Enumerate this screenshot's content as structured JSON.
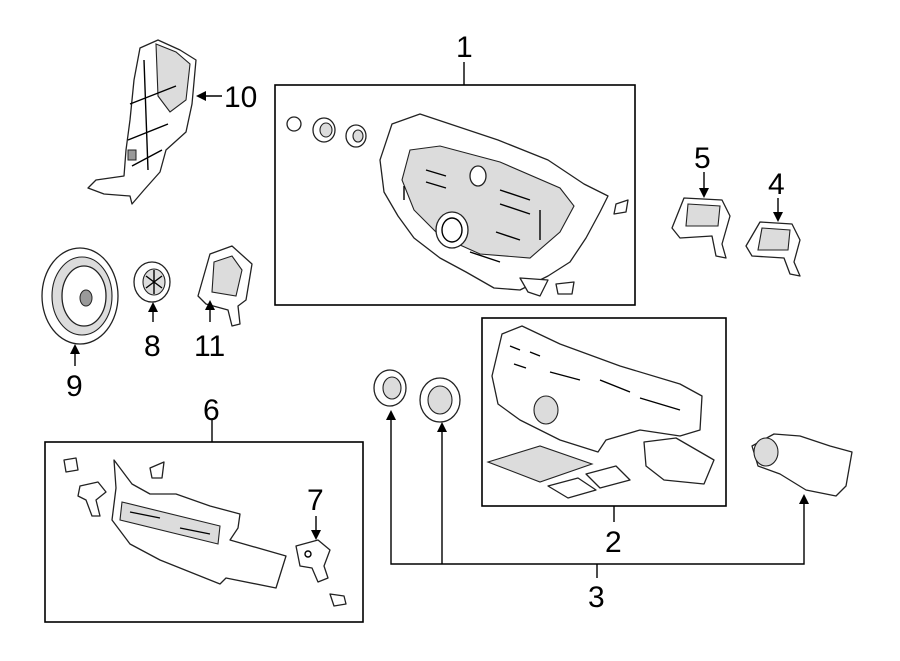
{
  "callouts": {
    "c1": "1",
    "c2": "2",
    "c3": "3",
    "c4": "4",
    "c5": "5",
    "c6": "6",
    "c7": "7",
    "c8": "8",
    "c9": "9",
    "c10": "10",
    "c11": "11"
  },
  "icons": {
    "c1": "radio-control-panel-assembly",
    "c2": "circuit-board-kit",
    "c3": "knob-and-switch-set",
    "c4": "bracket-right",
    "c5": "bracket-left",
    "c6": "lower-trim-panel",
    "c7": "mounting-clip",
    "c8": "tweeter-speaker",
    "c9": "door-speaker",
    "c10": "side-bracket",
    "c11": "speaker-housing"
  }
}
